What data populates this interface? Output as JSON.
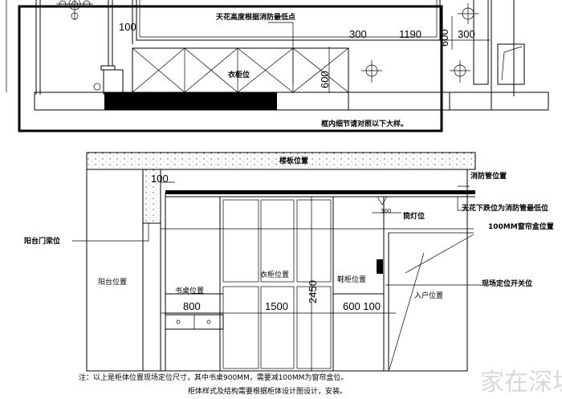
{
  "top_plan": {
    "title_note": "天花高度根据消防最低点",
    "dim_100": "100",
    "dim_300_left": "300",
    "dim_1190": "1190",
    "dim_300_right": "300",
    "dim_600": "600",
    "dim_600_right": "600",
    "wardrobe_label": "衣柜位",
    "frame_note": "框内细节请对照以下大样。"
  },
  "elevation": {
    "slab_label": "楼板位置",
    "dim_100_top": "100",
    "fire_pipe_label": "消防管位置",
    "ceiling_drop_label": "天花下跌位为消防管最低位",
    "downlight_label": "筒灯位",
    "dim_300": "300",
    "curtain_box_label": "100MM窗帘盒位置",
    "balcony_beam_label": "阳台门梁位",
    "balcony_label": "阳台位置",
    "desk_label": "书桌位置",
    "wardrobe_label": "衣柜位置",
    "shoe_cabinet_label": "鞋柜位置",
    "switch_label": "现场定位开关位",
    "entry_label": "入户位置",
    "dim_800": "800",
    "dim_1500": "1500",
    "dim_2450": "2450",
    "dim_600_100": "600 100"
  },
  "notes": {
    "line1": "注：以上是柜体位置现场定位尺寸，其中书桌900MM，需要减100MM为窗帘盒位。",
    "line2": "柜体样式及结构需要根据柜体设计图设计，安装。"
  },
  "watermark": "家在深圳"
}
